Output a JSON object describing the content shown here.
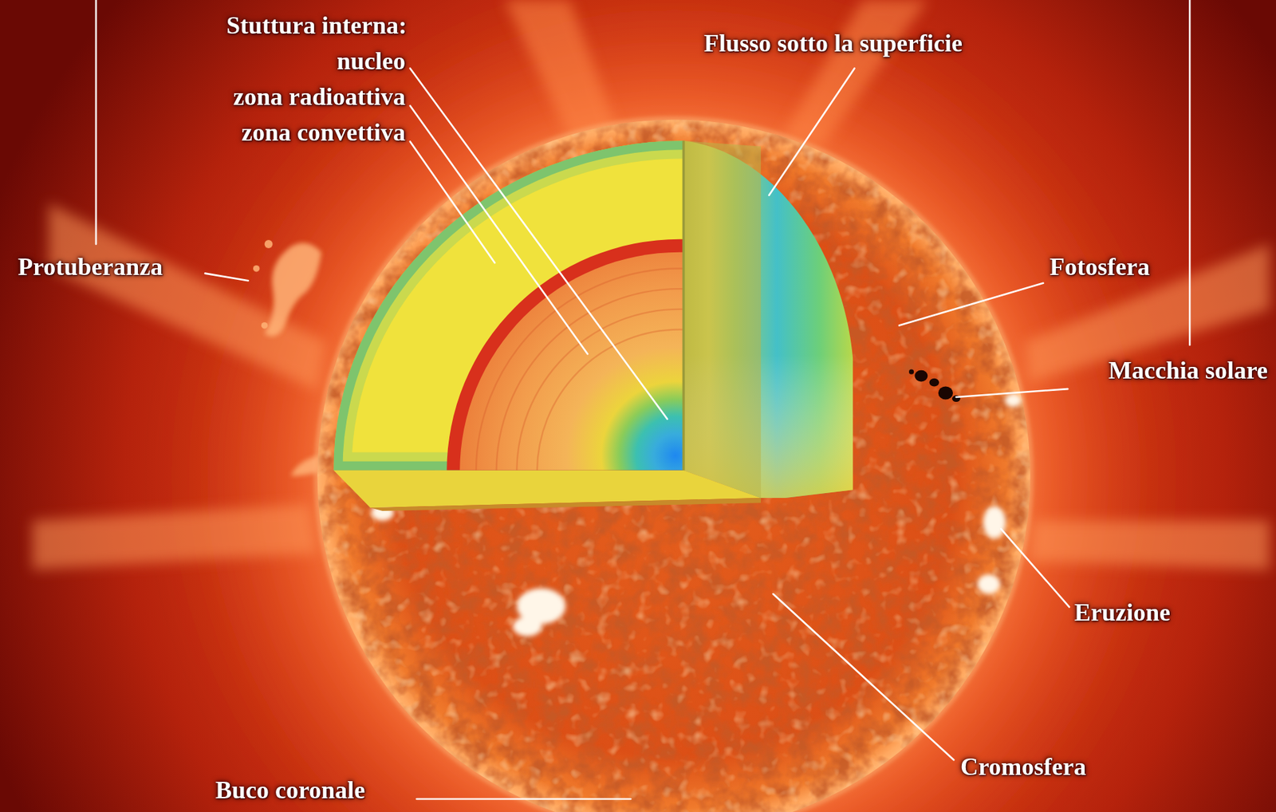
{
  "diagram": {
    "labels": [
      "Stuttura interna:",
      "nucleo",
      "zona radioattiva",
      "zona convettiva",
      "Flusso sotto la superficie",
      "Protuberanza",
      "Fotosfera",
      "Macchia solare",
      "Eruzione",
      "Cromosfera",
      "Buco coronale"
    ]
  }
}
